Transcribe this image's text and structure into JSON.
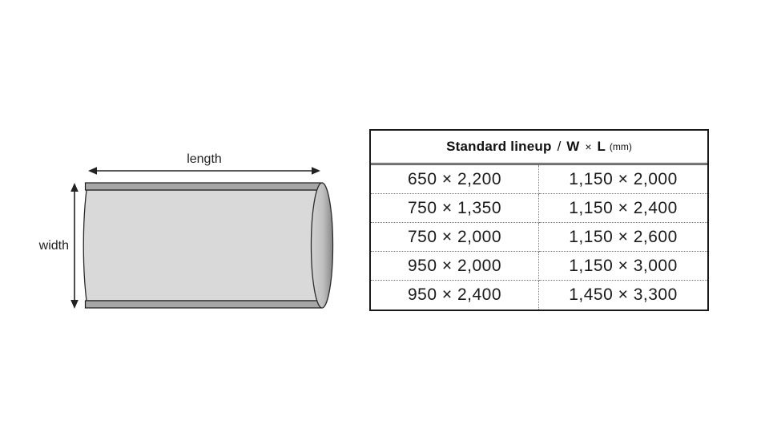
{
  "diagram": {
    "length_label": "length",
    "width_label": "width",
    "colors": {
      "body": "#d9d9d9",
      "strip": "#a6a6a6",
      "cap_light": "#d2d2d2",
      "cap_mid": "#bfbfbf",
      "cap_dark": "#868686",
      "outline": "#2b2b2b",
      "arrow": "#222222"
    }
  },
  "table": {
    "header": {
      "title": "Standard lineup",
      "separator": "/",
      "w": "W",
      "times": "×",
      "l": "L",
      "unit": "(mm)"
    },
    "rows": [
      [
        "650 × 2,200",
        "1,150 × 2,000"
      ],
      [
        "750 × 1,350",
        "1,150 × 2,400"
      ],
      [
        "750 × 2,000",
        "1,150 × 2,600"
      ],
      [
        "950 × 2,000",
        "1,150 × 3,000"
      ],
      [
        "950 × 2,400",
        "1,450 × 3,300"
      ]
    ],
    "border_color": "#1a1a1a",
    "divider_color": "#777777"
  }
}
